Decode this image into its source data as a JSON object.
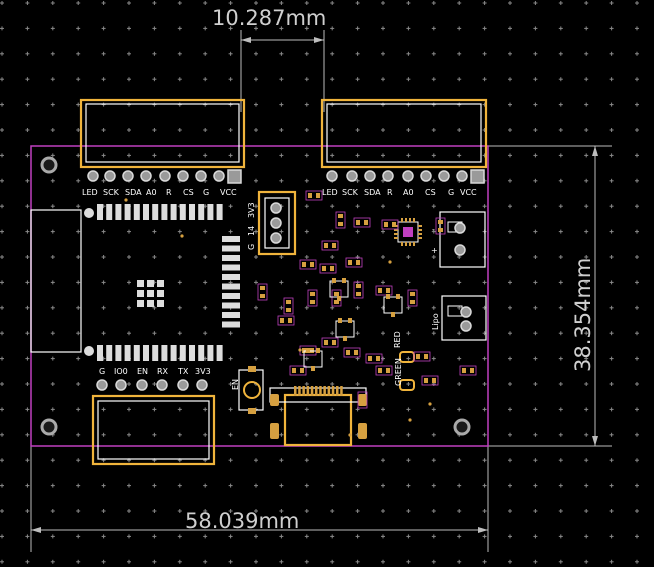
{
  "dimensions": {
    "top_width": "10.287mm",
    "bottom_width": "58.039mm",
    "right_height": "38.354mm"
  },
  "left_header_labels": [
    "LED",
    "SCK",
    "SDA",
    "A0",
    "R",
    "CS",
    "G",
    "VCC"
  ],
  "right_header_labels": [
    "LED",
    "SCK",
    "SDA",
    "R",
    "A0",
    "CS",
    "G",
    "VCC"
  ],
  "bottom_header_labels": [
    "G",
    "IO0",
    "EN",
    "RX",
    "TX",
    "3V3"
  ],
  "vertical_header_labels": [
    "G",
    "14",
    "3V3"
  ],
  "component_labels": {
    "en_button": "EN",
    "red_led": "RED",
    "green_led": "GREEN",
    "lipo": "Lipo"
  },
  "polarity": {
    "minus": "-",
    "plus": "+"
  },
  "colors": {
    "background": "#000000",
    "board_edge": "#c040c0",
    "silkscreen": "#ffffff",
    "pads": "#d6a040",
    "dimension": "#bdbdbd"
  }
}
